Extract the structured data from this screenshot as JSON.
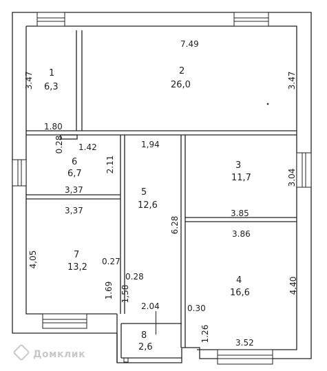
{
  "rooms": [
    {
      "id": "1",
      "area": "6,3"
    },
    {
      "id": "2",
      "area": "26,0"
    },
    {
      "id": "3",
      "area": "11,7"
    },
    {
      "id": "4",
      "area": "16,6"
    },
    {
      "id": "5",
      "area": "12,6"
    },
    {
      "id": "6",
      "area": "6,7"
    },
    {
      "id": "7",
      "area": "13,2"
    },
    {
      "id": "8",
      "area": "2,6"
    }
  ],
  "dimensions": {
    "d_749": "7.49",
    "d_347a": "3.47",
    "d_347b": "3.47",
    "d_180": "1.80",
    "d_028a": "0.28",
    "d_142": "1.42",
    "d_211": "2.11",
    "d_194": "1,94",
    "d_337a": "3,37",
    "d_337b": "3,37",
    "d_304": "3.04",
    "d_385": "3.85",
    "d_628": "6.28",
    "d_386": "3.86",
    "d_405": "4,05",
    "d_027": "0.27",
    "d_028b": "0.28",
    "d_169": "1.69",
    "d_158": "1,58",
    "d_204": "2.04",
    "d_030": "0.30",
    "d_440": "4.40",
    "d_126": "1.26",
    "d_352": "3.52"
  },
  "watermark": "Домклик"
}
